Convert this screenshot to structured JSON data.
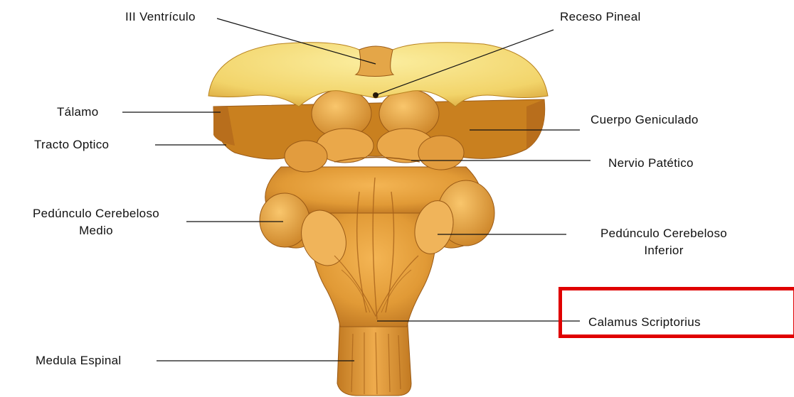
{
  "labels": {
    "ventricle": "III Ventrículo",
    "pineal": "Receso Pineal",
    "thalamus": "Tálamo",
    "geniculate": "Cuerpo Geniculado",
    "optic": "Tracto Optico",
    "nerve": "Nervio Patético",
    "middle_peduncle_1": "Pedúnculo Cerebeloso",
    "middle_peduncle_2": "Medio",
    "inferior_peduncle_1": "Pedúnculo Cerebeloso",
    "inferior_peduncle_2": "Inferior",
    "calamus": "Calamus Scriptorius",
    "spinal": "Medula Espinal"
  },
  "colors": {
    "highlight": "#e00000",
    "tissue_light": "#f7df7d",
    "tissue_mid": "#e8a43c",
    "tissue_dark": "#b86e1c"
  },
  "highlighted_label": "calamus"
}
